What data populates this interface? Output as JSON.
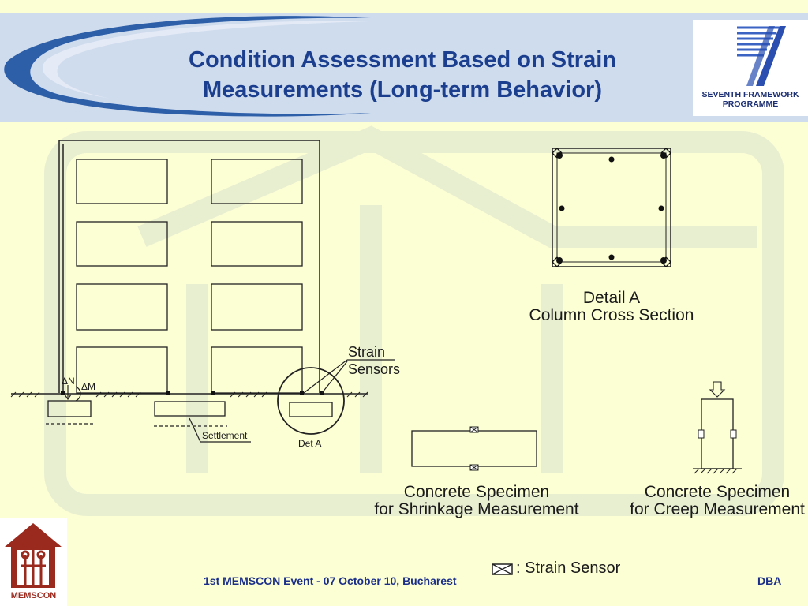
{
  "slide": {
    "title_line1": "Condition Assessment Based on Strain",
    "title_line2": "Measurements (Long-term Behavior)"
  },
  "logos": {
    "fp7_line1": "SEVENTH FRAMEWORK",
    "fp7_line2": "PROGRAMME",
    "memscon": "MEMSCON"
  },
  "diagram": {
    "labels": {
      "delta_n": "ΔN",
      "delta_m": "ΔM",
      "strain_sensors_1": "Strain",
      "strain_sensors_2": "Sensors",
      "settlement": "Settlement",
      "det_a": "Det A",
      "detail_a_1": "Detail A",
      "detail_a_2": "Column Cross Section",
      "shrinkage_1": "Concrete Specimen",
      "shrinkage_2": "for Shrinkage Measurement",
      "creep_1": "Concrete Specimen",
      "creep_2": "for Creep Measurement",
      "legend": ": Strain Sensor"
    }
  },
  "footer": {
    "event": "1st  MEMSCON Event - 07 October 10, Bucharest",
    "author": "DBA"
  },
  "colors": {
    "title": "#1b3f8e",
    "header_band": "#cfdcee",
    "background": "#fcfed4",
    "watermark": "#e3ebd6"
  }
}
